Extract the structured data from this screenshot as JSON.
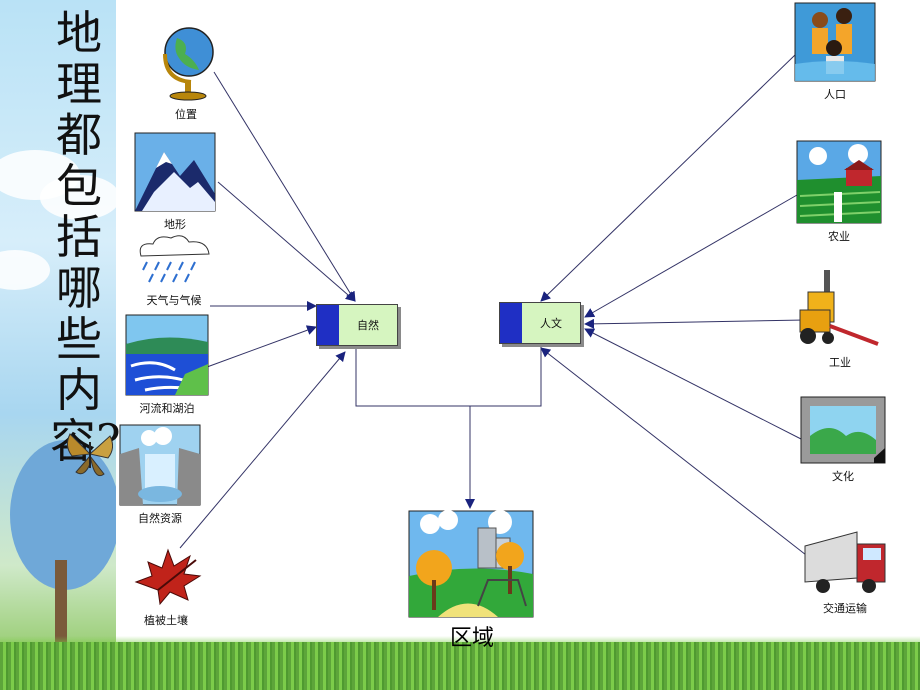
{
  "title": "地理都包括哪些内容?",
  "center_nodes": {
    "nature": "自然",
    "human": "人文"
  },
  "region": "区域",
  "nature_items": [
    "位置",
    "地形",
    "天气与气候",
    "河流和湖泊",
    "自然资源",
    "植被土壤"
  ],
  "human_items": [
    "人口",
    "农业",
    "工业",
    "文化",
    "交通运输"
  ],
  "colors": {
    "node_fill": "#d6f5c0",
    "node_bar": "#1f2fc4",
    "arrow": "#1a237e",
    "line": "#333366"
  }
}
